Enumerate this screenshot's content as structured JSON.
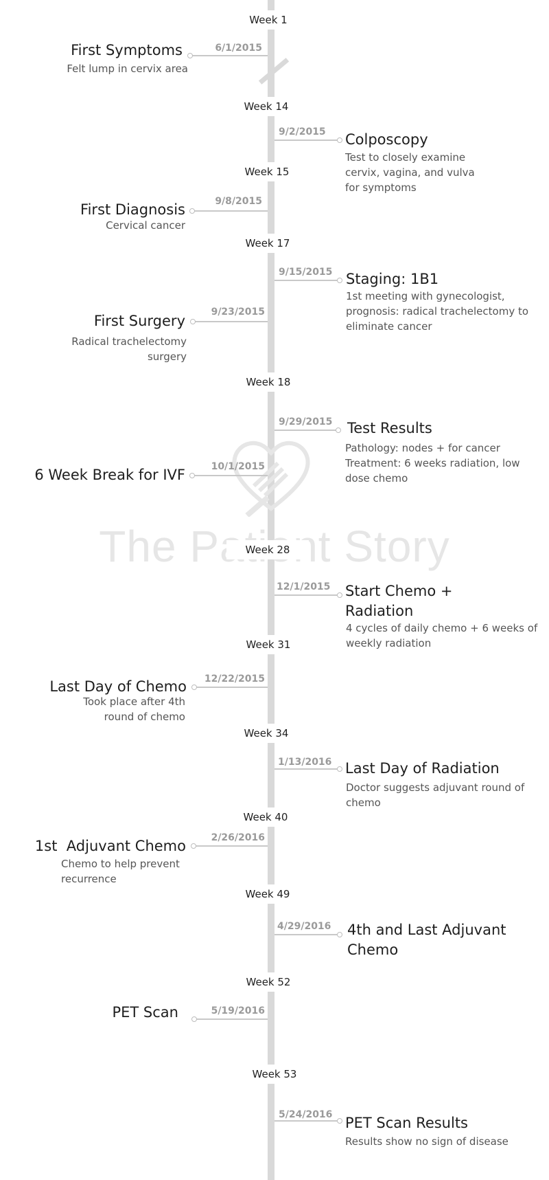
{
  "watermark": {
    "text": "The Patient Story",
    "logo_icon": "heart-hand-logo-icon"
  },
  "colors": {
    "spine": "#d9d9d9",
    "date": "#9a9a9a",
    "connector": "#c8c8c8",
    "title": "#1e1e1e",
    "description": "#555555"
  },
  "weeks": [
    "Week 1",
    "Week 14",
    "Week 15",
    "Week 17",
    "Week 18",
    "Week 28",
    "Week 31",
    "Week 34",
    "Week 40",
    "Week 49",
    "Week 52",
    "Week 53"
  ],
  "events": [
    {
      "side": "left",
      "date": "6/1/2015",
      "title": "First Symptoms",
      "description": "Felt lump in cervix area"
    },
    {
      "side": "right",
      "date": "9/2/2015",
      "title": "Colposcopy",
      "description": "Test to closely examine cervix, vagina, and vulva for symptoms"
    },
    {
      "side": "left",
      "date": "9/8/2015",
      "title": "First Diagnosis",
      "description": "Cervical cancer"
    },
    {
      "side": "right",
      "date": "9/15/2015",
      "title": "Staging: 1B1",
      "description": "1st meeting with gynecologist, prognosis: radical trachelectomy to eliminate cancer"
    },
    {
      "side": "left",
      "date": "9/23/2015",
      "title": "First Surgery",
      "description": "Radical trachelectomy surgery"
    },
    {
      "side": "right",
      "date": "9/29/2015",
      "title": "Test Results",
      "description": "Pathology: nodes + for cancer Treatment: 6 weeks radiation, low dose chemo"
    },
    {
      "side": "left",
      "date": "10/1/2015",
      "title": "6 Week Break for IVF",
      "description": ""
    },
    {
      "side": "right",
      "date": "12/1/2015",
      "title": "Start Chemo + Radiation",
      "description": "4 cycles of daily chemo + 6 weeks of weekly radiation"
    },
    {
      "side": "left",
      "date": "12/22/2015",
      "title": "Last Day of Chemo",
      "description": "Took place after 4th round of chemo"
    },
    {
      "side": "right",
      "date": "1/13/2016",
      "title": "Last Day of Radiation",
      "description": "Doctor suggests adjuvant round of chemo"
    },
    {
      "side": "left",
      "date": "2/26/2016",
      "title": "1st  Adjuvant Chemo",
      "description": "Chemo to help prevent recurrence"
    },
    {
      "side": "right",
      "date": "4/29/2016",
      "title": "4th and Last Adjuvant Chemo",
      "description": ""
    },
    {
      "side": "left",
      "date": "5/19/2016",
      "title": "PET Scan",
      "description": ""
    },
    {
      "side": "right",
      "date": "5/24/2016",
      "title": "PET Scan Results",
      "description": "Results show no sign of disease"
    }
  ]
}
